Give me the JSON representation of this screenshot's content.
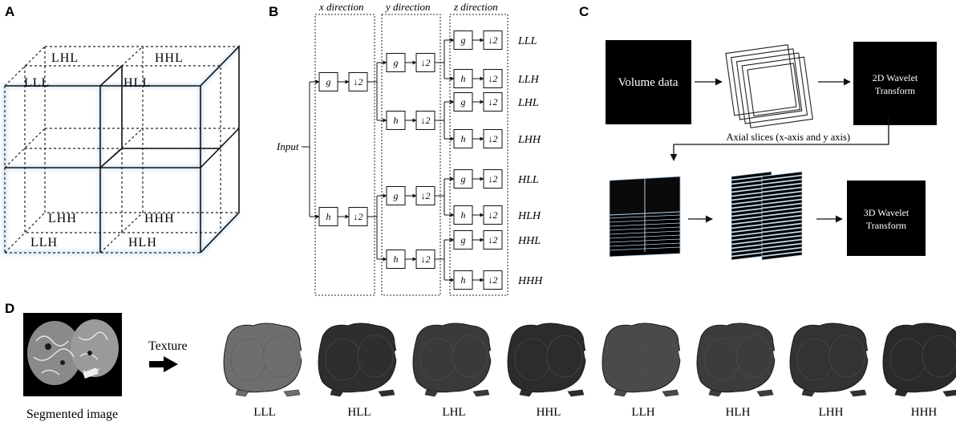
{
  "panels": {
    "a": "A",
    "b": "B",
    "c": "C",
    "d": "D"
  },
  "cube": {
    "lhl": "LHL",
    "hhl": "HHL",
    "lll": "LLL",
    "hll": "HLL",
    "lhh": "LHH",
    "hhh": "HHH",
    "llh": "LLH",
    "hlh": "HLH"
  },
  "filterbank": {
    "x_direction": "x direction",
    "y_direction": "y direction",
    "z_direction": "z direction",
    "input": "Input",
    "g": "g",
    "h": "h",
    "down": "↓2",
    "outputs": [
      "LLL",
      "LLH",
      "LHL",
      "LHH",
      "HLL",
      "HLH",
      "HHL",
      "HHH"
    ]
  },
  "pipeline": {
    "volume_data": "Volume data",
    "wt2d_line1": "2D Wavelet",
    "wt2d_line2": "Transform",
    "axial": "Axial slices (x-axis and y axis)",
    "wt3d_line1": "3D Wavelet",
    "wt3d_line2": "Transform"
  },
  "texture": {
    "segmented": "Segmented image",
    "texture": "Texture",
    "thumbs": [
      {
        "label": "LLL",
        "shade": "#6e6e6e"
      },
      {
        "label": "HLL",
        "shade": "#2e2e2e"
      },
      {
        "label": "LHL",
        "shade": "#3a3a3a"
      },
      {
        "label": "HHL",
        "shade": "#2c2c2c"
      },
      {
        "label": "LLH",
        "shade": "#4a4a4a"
      },
      {
        "label": "HLH",
        "shade": "#3c3c3c"
      },
      {
        "label": "LHH",
        "shade": "#333333"
      },
      {
        "label": "HHH",
        "shade": "#2a2a2a"
      }
    ]
  }
}
